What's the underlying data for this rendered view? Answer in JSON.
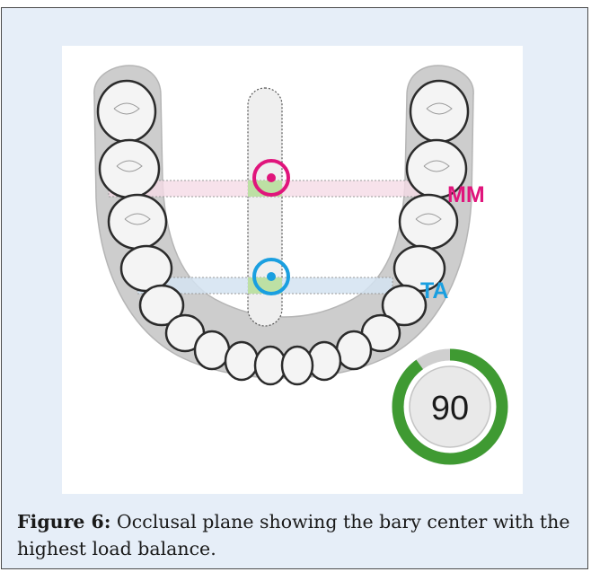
{
  "figure": {
    "label": "Figure 6:",
    "caption": " Occlusal plane showing the bary center with the highest load balance."
  },
  "diagram": {
    "markers": [
      {
        "id": "mm",
        "label": "MM",
        "color": "#e0157c"
      },
      {
        "id": "ta",
        "label": "TA",
        "color": "#1a9fe0"
      }
    ],
    "gauge": {
      "value": "90",
      "fraction": 0.9,
      "color": "#3f9a32",
      "track_color": "#cfcfcf"
    },
    "colors": {
      "arch_fill": "#cdcdcd",
      "tooth_fill": "#f4f4f4",
      "tooth_stroke": "#2b2b2b",
      "midline_fill": "#efefef",
      "overlap_fill": "#bde0a4"
    }
  }
}
